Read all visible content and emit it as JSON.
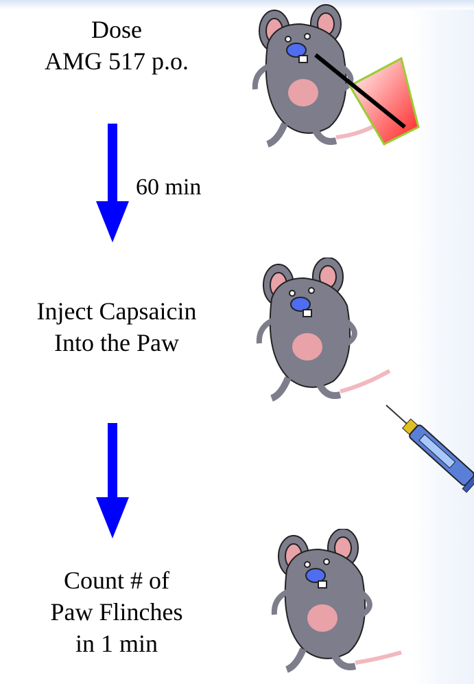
{
  "steps": [
    {
      "line1": "Dose",
      "line2": "AMG 517 p.o."
    },
    {
      "line1": "Inject Capsaicin",
      "line2": "Into the Paw"
    },
    {
      "line1": "Count # of",
      "line2": "Paw Flinches",
      "line3": "in 1 min"
    }
  ],
  "interval_label": "60 min",
  "colors": {
    "arrow": "#0000ff",
    "rat_body": "#7d7d8c",
    "rat_belly": "#e8a2a8",
    "rat_nose": "#4f6df0",
    "paw": "#f2b8c0"
  },
  "icons": [
    "rat-with-gavage-icon",
    "rat-with-syringe-icon",
    "rat-icon"
  ]
}
